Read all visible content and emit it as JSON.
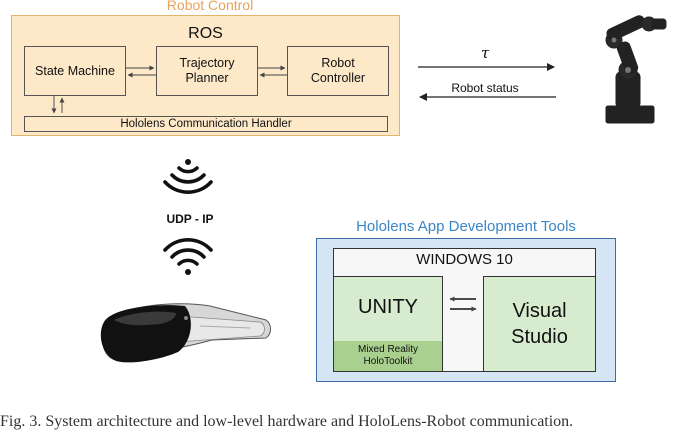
{
  "robot_control": {
    "title": "Robot Control",
    "ros_title": "ROS",
    "state_machine": "State Machine",
    "trajectory_planner": "Trajectory\nPlanner",
    "robot_controller": "Robot\nController",
    "comm_handler": "Hololens Communication Handler"
  },
  "links": {
    "tau": "τ",
    "robot_status": "Robot status",
    "udp_ip": "UDP - IP"
  },
  "dev_tools": {
    "title": "Hololens App Development Tools",
    "windows": "WINDOWS 10",
    "unity": "UNITY",
    "mrtk": "Mixed Reality\nHoloToolkit",
    "visual_studio": "Visual\nStudio"
  },
  "caption": "Fig. 3.   System architecture and low-level hardware and HoloLens-Robot communication.",
  "icons": [
    "robot-arm-icon",
    "wifi-signal-icon",
    "hololens-headset-icon"
  ],
  "colors": {
    "ros_panel": "#fde9c8",
    "robot_control_title": "#e8a35a",
    "dev_panel": "#d6e5f4",
    "dev_title": "#3b86c8",
    "unity_box": "#d7ecce",
    "mrtk_box": "#a9d08e"
  }
}
